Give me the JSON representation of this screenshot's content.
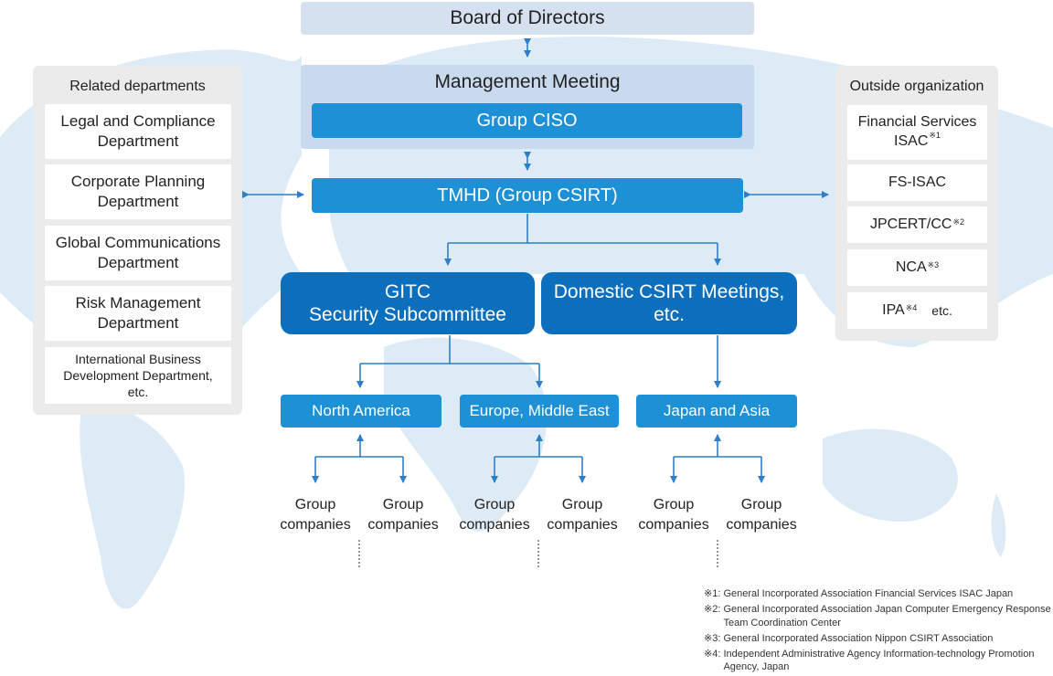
{
  "board": {
    "label": "Board of Directors"
  },
  "management": {
    "title": "Management Meeting",
    "ciso": "Group CISO"
  },
  "csirt": {
    "label": "TMHD (Group CSIRT)"
  },
  "committees": {
    "gitc": [
      "GITC",
      "Security Subcommittee"
    ],
    "domestic": [
      "Domestic CSIRT Meetings,",
      "etc."
    ]
  },
  "regions": {
    "north_america": "North America",
    "europe": "Europe, Middle East",
    "japan_asia": "Japan and Asia"
  },
  "group_companies": [
    "Group",
    "companies"
  ],
  "related": {
    "title": "Related departments",
    "items": [
      [
        "Legal and Compliance",
        "Department"
      ],
      [
        "Corporate Planning",
        "Department"
      ],
      [
        "Global Communications",
        "Department"
      ],
      [
        "Risk Management",
        "Department"
      ],
      [
        "International Business",
        "Development Department,",
        "etc."
      ]
    ]
  },
  "outside": {
    "title": "Outside organization",
    "items": [
      {
        "lines": [
          "Financial Services",
          "ISAC"
        ],
        "mark": "※1"
      },
      {
        "lines": [
          "FS-ISAC"
        ],
        "mark": ""
      },
      {
        "lines": [
          "JPCERT/CC"
        ],
        "mark": "※2"
      },
      {
        "lines": [
          "NCA"
        ],
        "mark": "※3"
      },
      {
        "lines": [
          "IPA"
        ],
        "mark": "※4",
        "suffix": "etc."
      }
    ]
  },
  "notes": [
    {
      "mark": "※1:",
      "text": "General Incorporated Association Financial Services ISAC Japan"
    },
    {
      "mark": "※2:",
      "text": "General Incorporated Association Japan Computer Emergency Response Team Coordination Center"
    },
    {
      "mark": "※3:",
      "text": "General Incorporated Association Nippon CSIRT Association"
    },
    {
      "mark": "※4:",
      "text": "Independent Administrative Agency Information-technology Promotion Agency, Japan"
    }
  ],
  "colors": {
    "line": "#2f7fc8",
    "box": "#1e91d6",
    "dark": "#0c6fbd",
    "map": "#dcebf5"
  }
}
